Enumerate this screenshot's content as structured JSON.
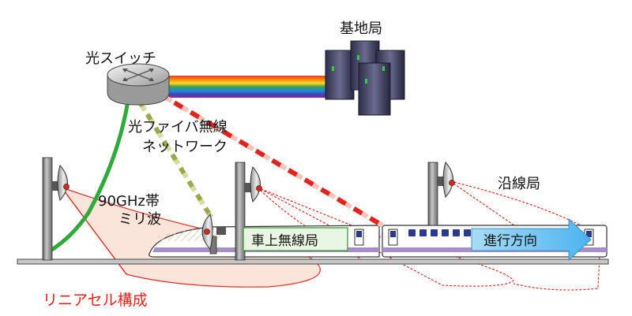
{
  "labels": {
    "base_station": "基地局",
    "optical_switch": "光スイッチ",
    "rof_network_line1": "光ファイバ無線",
    "rof_network_line2": "ネットワーク",
    "millimeter_line1": "90GHz帯",
    "millimeter_line2": "ミリ波",
    "wayside_station": "沿線局",
    "onboard_station": "車上無線局",
    "direction": "進行方向",
    "linear_cell": "リニアセル構成"
  },
  "colors": {
    "fiber_green": "#2faa3a",
    "fiber_olive": "#9aa84a",
    "fiber_red": "#e2231a",
    "fiber_pink": "#f2c4bc",
    "beam_fill": "#fbe3d8",
    "beam_stroke": "#e2231a",
    "train_stripe": "#a58fc6",
    "direction_arrow": "#74c6f2",
    "onboard_box_fill": "#eaf6e4",
    "onboard_box_stroke": "#3f9b3a",
    "linear_cell_text": "#e2231a"
  }
}
